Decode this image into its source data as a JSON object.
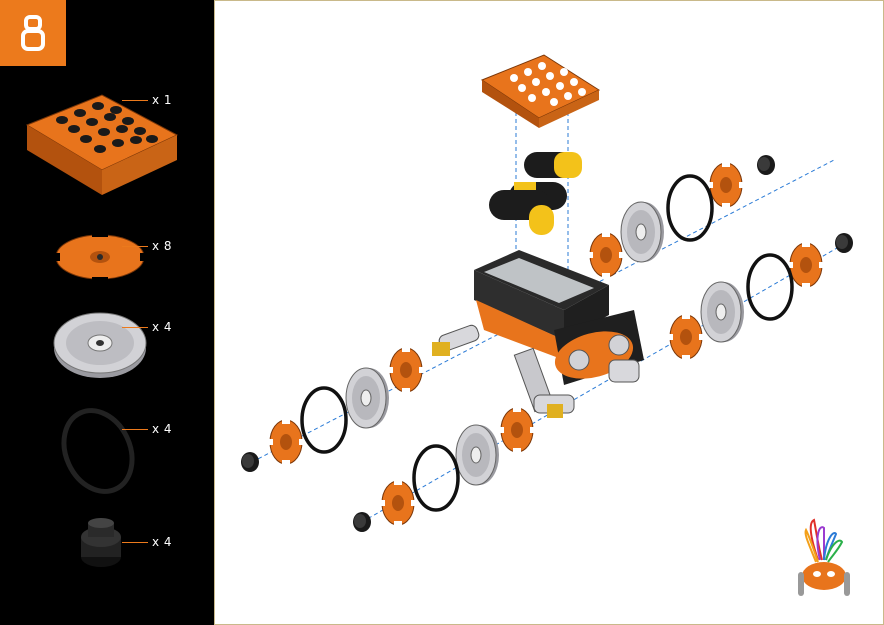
{
  "step": {
    "number": "8"
  },
  "parts": [
    {
      "name": "battery-cover",
      "qty": "x 1"
    },
    {
      "name": "hub-clip",
      "qty": "x 8"
    },
    {
      "name": "wheel-rim",
      "qty": "x 4"
    },
    {
      "name": "rubber-tire",
      "qty": "x 4"
    },
    {
      "name": "axle-cap",
      "qty": "x 4"
    }
  ],
  "colors": {
    "accent": "#ec7a1c",
    "sidebar": "#000000",
    "orange_part": "#e8741c",
    "orange_dark": "#b3520e",
    "rim": "#c8c8cc",
    "battery_yellow": "#f3c21a"
  },
  "icons": [
    "step-badge-icon",
    "robot-mascot-icon"
  ]
}
